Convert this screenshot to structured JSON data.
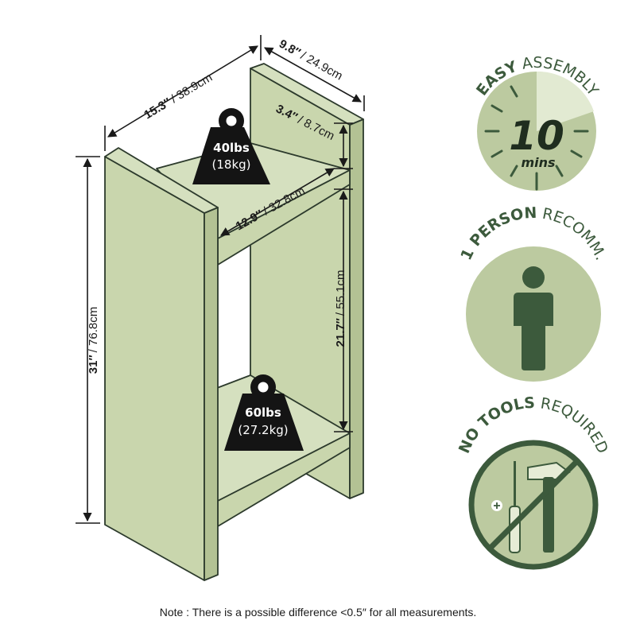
{
  "dimensions": {
    "depth": {
      "imperial": "15.3″",
      "metric": "/ 38.9cm"
    },
    "width": {
      "imperial": "9.8″",
      "metric": "/ 24.9cm"
    },
    "height": {
      "imperial": "31″",
      "metric": "/ 76.8cm"
    },
    "top_gap": {
      "imperial": "3.4″",
      "metric": "/ 8.7cm"
    },
    "shelf_depth": {
      "imperial": "12.9″",
      "metric": "/ 32.8cm"
    },
    "shelf_gap": {
      "imperial": "21.7″",
      "metric": "/ 55.1cm"
    }
  },
  "weights": {
    "top": {
      "imperial": "40lbs",
      "metric": "(18kg)"
    },
    "bottom": {
      "imperial": "60lbs",
      "metric": "(27.2kg)"
    }
  },
  "badges": {
    "assembly": {
      "bold": "EASY",
      "regular": "ASSEMBLY",
      "number": "10",
      "unit": "mins"
    },
    "person": {
      "bold": "1 PERSON",
      "regular": "RECOMM."
    },
    "tools": {
      "bold": "NO TOOLS",
      "regular": "REQUIRED"
    }
  },
  "colors": {
    "panel": "#c9d6ad",
    "panel_outline": "#2c3a2c",
    "badge_fill": "#bccaa0",
    "badge_text": "#3c5a3c",
    "dark_green": "#3c5a3c",
    "weight_fill": "#141414"
  },
  "note": "Note : There is a possible difference <0.5″ for all measurements."
}
